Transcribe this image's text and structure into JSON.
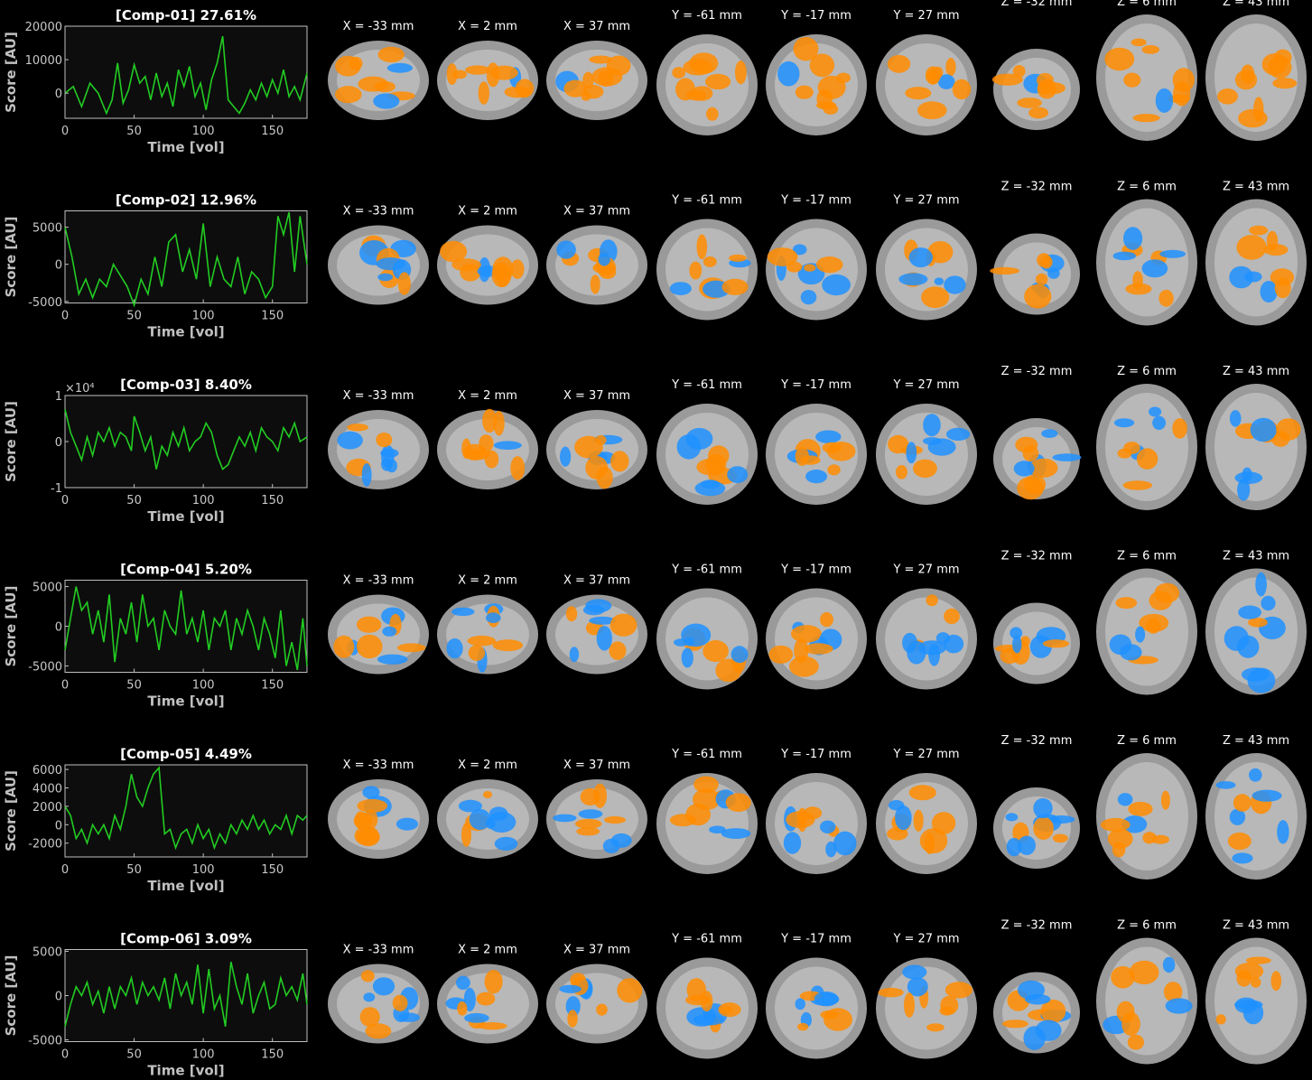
{
  "colors": {
    "background": "#000000",
    "plot_background": "#0d0d0d",
    "axis": "#bfbfbf",
    "line": "#22cc22",
    "positive_map": "#ff8c00",
    "negative_map": "#1e90ff"
  },
  "slice_labels": {
    "sagittal": [
      "X = -33 mm",
      "X = 2 mm",
      "X = 37 mm"
    ],
    "coronal": [
      "Y = -61 mm",
      "Y = -17 mm",
      "Y = 27 mm"
    ],
    "axial": [
      "Z = -32 mm",
      "Z = 6 mm",
      "Z = 43 mm"
    ]
  },
  "chart_data": [
    {
      "type": "line",
      "title": "[Comp-01] 27.61%",
      "xlabel": "Time [vol]",
      "ylabel": "Score [AU]",
      "xlim": [
        0,
        175
      ],
      "ylim": [
        -7500,
        20000
      ],
      "xticks": [
        0,
        50,
        100,
        150
      ],
      "yticks": [
        0,
        10000,
        20000
      ],
      "ytick_labels": [
        "0",
        "10000",
        "20000"
      ],
      "exponent": "",
      "series": [
        {
          "x": [
            0,
            6,
            12,
            18,
            24,
            30,
            34,
            38,
            42,
            46,
            50,
            54,
            58,
            62,
            66,
            70,
            74,
            78,
            82,
            86,
            90,
            94,
            98,
            102,
            106,
            110,
            114,
            118,
            122,
            126,
            130,
            134,
            138,
            142,
            146,
            150,
            154,
            158,
            162,
            166,
            170,
            175
          ],
          "values": [
            0,
            2000,
            -4000,
            3000,
            0,
            -6000,
            -2000,
            9000,
            -3000,
            1000,
            8500,
            3000,
            5000,
            -2000,
            6000,
            -1000,
            3000,
            -4000,
            7000,
            2000,
            8000,
            -1000,
            3000,
            -5000,
            4000,
            9000,
            17000,
            -2000,
            -4000,
            -6000,
            -3000,
            1000,
            -2000,
            3000,
            -1000,
            4000,
            0,
            7000,
            -1000,
            2000,
            -2000,
            6000
          ]
        }
      ]
    },
    {
      "type": "line",
      "title": "[Comp-02] 12.96%",
      "xlabel": "Time [vol]",
      "ylabel": "Score [AU]",
      "xlim": [
        0,
        175
      ],
      "ylim": [
        -5200,
        7200
      ],
      "xticks": [
        0,
        50,
        100,
        150
      ],
      "yticks": [
        -5000,
        0,
        5000
      ],
      "ytick_labels": [
        "-5000",
        "0",
        "5000"
      ],
      "exponent": "",
      "series": [
        {
          "x": [
            0,
            5,
            10,
            15,
            20,
            25,
            30,
            35,
            40,
            45,
            50,
            55,
            60,
            65,
            70,
            75,
            80,
            85,
            90,
            95,
            100,
            105,
            110,
            115,
            120,
            125,
            130,
            135,
            140,
            145,
            150,
            154,
            158,
            162,
            166,
            170,
            175
          ],
          "values": [
            5000,
            1000,
            -4000,
            -2000,
            -4500,
            -2000,
            -3000,
            0,
            -1500,
            -3000,
            -5500,
            -2000,
            -4000,
            1000,
            -3000,
            3000,
            4000,
            -1000,
            2000,
            -2000,
            5500,
            -3000,
            1000,
            -2000,
            -3000,
            1000,
            -4000,
            -1000,
            -2000,
            -4500,
            -3000,
            6500,
            4000,
            7000,
            -1000,
            6500,
            0
          ]
        }
      ]
    },
    {
      "type": "line",
      "title": "[Comp-03] 8.40%",
      "xlabel": "Time [vol]",
      "ylabel": "Score [AU]",
      "xlim": [
        0,
        175
      ],
      "ylim": [
        -1,
        1
      ],
      "xticks": [
        0,
        50,
        100,
        150
      ],
      "yticks": [
        -1,
        0,
        1
      ],
      "ytick_labels": [
        "-1",
        "0",
        "1"
      ],
      "exponent": "×10⁴",
      "series": [
        {
          "x": [
            0,
            4,
            8,
            12,
            16,
            20,
            24,
            28,
            32,
            36,
            40,
            44,
            48,
            50,
            54,
            58,
            62,
            66,
            70,
            74,
            78,
            82,
            86,
            90,
            94,
            98,
            102,
            106,
            110,
            114,
            118,
            122,
            126,
            130,
            134,
            138,
            142,
            146,
            150,
            154,
            158,
            162,
            166,
            170,
            175
          ],
          "values": [
            0.7,
            0.2,
            -0.1,
            -0.4,
            0.1,
            -0.3,
            0.2,
            0.0,
            0.3,
            -0.1,
            0.2,
            0.1,
            -0.2,
            0.55,
            0.2,
            -0.2,
            0.1,
            -0.6,
            -0.1,
            -0.3,
            0.2,
            -0.1,
            0.3,
            -0.2,
            0.0,
            0.1,
            0.4,
            0.2,
            -0.3,
            -0.6,
            -0.5,
            -0.2,
            0.1,
            -0.1,
            0.2,
            -0.2,
            0.3,
            0.1,
            0.0,
            -0.2,
            0.3,
            0.1,
            0.4,
            0.0,
            0.1
          ]
        }
      ]
    },
    {
      "type": "line",
      "title": "[Comp-04] 5.20%",
      "xlabel": "Time [vol]",
      "ylabel": "Score [AU]",
      "xlim": [
        0,
        175
      ],
      "ylim": [
        -5800,
        5800
      ],
      "xticks": [
        0,
        50,
        100,
        150
      ],
      "yticks": [
        -5000,
        0,
        5000
      ],
      "ytick_labels": [
        "-5000",
        "0",
        "5000"
      ],
      "exponent": "",
      "series": [
        {
          "x": [
            0,
            4,
            8,
            12,
            16,
            20,
            24,
            28,
            32,
            36,
            40,
            44,
            48,
            52,
            56,
            60,
            64,
            68,
            72,
            76,
            80,
            84,
            88,
            92,
            96,
            100,
            104,
            108,
            112,
            116,
            120,
            124,
            128,
            132,
            136,
            140,
            144,
            148,
            152,
            156,
            160,
            164,
            168,
            172,
            175
          ],
          "values": [
            -3000,
            1000,
            5000,
            2000,
            3000,
            -1000,
            2000,
            -2000,
            4000,
            -4500,
            1000,
            -1000,
            3000,
            -2000,
            4000,
            0,
            1000,
            -3000,
            2000,
            0,
            -1000,
            4500,
            -1000,
            1000,
            -2000,
            2000,
            -3000,
            1000,
            0,
            2000,
            -3000,
            1000,
            -1000,
            2000,
            0,
            -3000,
            1000,
            -1000,
            -4000,
            2000,
            -5000,
            -2000,
            -5500,
            1000,
            -5000
          ]
        }
      ]
    },
    {
      "type": "line",
      "title": "[Comp-05] 4.49%",
      "xlabel": "Time [vol]",
      "ylabel": "Score [AU]",
      "xlim": [
        0,
        175
      ],
      "ylim": [
        -3500,
        6500
      ],
      "xticks": [
        0,
        50,
        100,
        150
      ],
      "yticks": [
        -2000,
        0,
        2000,
        4000,
        6000
      ],
      "ytick_labels": [
        "-2000",
        "0",
        "2000",
        "4000",
        "6000"
      ],
      "exponent": "",
      "series": [
        {
          "x": [
            0,
            4,
            8,
            12,
            16,
            20,
            24,
            28,
            32,
            36,
            40,
            44,
            48,
            52,
            56,
            60,
            64,
            68,
            72,
            76,
            80,
            84,
            88,
            92,
            96,
            100,
            104,
            108,
            112,
            116,
            120,
            124,
            128,
            132,
            136,
            140,
            144,
            148,
            152,
            156,
            160,
            164,
            168,
            172,
            175
          ],
          "values": [
            2000,
            1000,
            -1500,
            -500,
            -2000,
            0,
            -1000,
            0,
            -1500,
            1000,
            -500,
            2000,
            5500,
            3000,
            2000,
            4000,
            5500,
            6200,
            -1000,
            -500,
            -2500,
            -1000,
            -500,
            -2000,
            0,
            -1500,
            -500,
            -2500,
            -1000,
            -2000,
            0,
            -1000,
            500,
            -500,
            1000,
            -500,
            500,
            -1000,
            0,
            -500,
            1000,
            -1000,
            1000,
            500,
            1000
          ]
        }
      ]
    },
    {
      "type": "line",
      "title": "[Comp-06] 3.09%",
      "xlabel": "Time [vol]",
      "ylabel": "Score [AU]",
      "xlim": [
        0,
        175
      ],
      "ylim": [
        -5200,
        5200
      ],
      "xticks": [
        0,
        50,
        100,
        150
      ],
      "yticks": [
        -5000,
        0,
        5000
      ],
      "ytick_labels": [
        "-5000",
        "0",
        "5000"
      ],
      "exponent": "",
      "series": [
        {
          "x": [
            0,
            4,
            8,
            12,
            16,
            20,
            24,
            28,
            32,
            36,
            40,
            44,
            48,
            52,
            56,
            60,
            64,
            68,
            72,
            76,
            80,
            84,
            88,
            92,
            96,
            100,
            104,
            108,
            112,
            116,
            120,
            124,
            128,
            132,
            136,
            140,
            144,
            148,
            152,
            156,
            160,
            164,
            168,
            172,
            175
          ],
          "values": [
            -3500,
            -1000,
            1000,
            0,
            1500,
            -1000,
            500,
            -2000,
            1000,
            -1500,
            1000,
            0,
            2000,
            -1000,
            1500,
            0,
            1000,
            -500,
            2000,
            -1500,
            2500,
            0,
            1500,
            -1000,
            3500,
            -2000,
            3000,
            -1500,
            0,
            -3500,
            3800,
            1000,
            -1000,
            2500,
            -2000,
            0,
            1500,
            -1500,
            -1000,
            2000,
            0,
            1000,
            -500,
            2500,
            -1000
          ]
        }
      ]
    }
  ]
}
